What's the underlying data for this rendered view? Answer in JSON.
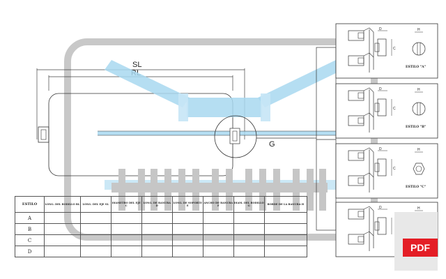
{
  "diagram": {
    "dimensions": {
      "sl": "SL",
      "rl": "RL",
      "g": "G"
    },
    "styles": [
      {
        "label": "ESTILO \"A\"",
        "dim_h": "H",
        "dim_c": "C",
        "dim_d": "D"
      },
      {
        "label": "ESTILO \"B\"",
        "dim_h": "H",
        "dim_c": "C",
        "dim_d": "D"
      },
      {
        "label": "ESTILO \"C\"",
        "dim_h": "H",
        "dim_c": "C",
        "dim_d": "D"
      },
      {
        "label": "",
        "dim_h": "H",
        "dim_c": "",
        "dim_d": "D"
      }
    ],
    "colors": {
      "roller": "#a8d8f0",
      "roller_dark": "#6fb6e0",
      "frame": "#c8c8c8",
      "line": "#333333",
      "pdf": "#e41e26"
    }
  },
  "table": {
    "headers": [
      "ESTILO",
      "LONG. DEL RODILLO RL",
      "LONG. DEL EJE SL",
      "DIAMETRO DEL EJE C",
      "LONG. DE RANURA D",
      "LONG. DE SOPORTE E",
      "ANCHO DE RANURA F",
      "DIAM. DEL RODILLO G",
      "BORDE DE LA RANURA H"
    ],
    "rows": [
      "A",
      "B",
      "C",
      "D"
    ]
  },
  "badge": {
    "label": "PDF"
  }
}
